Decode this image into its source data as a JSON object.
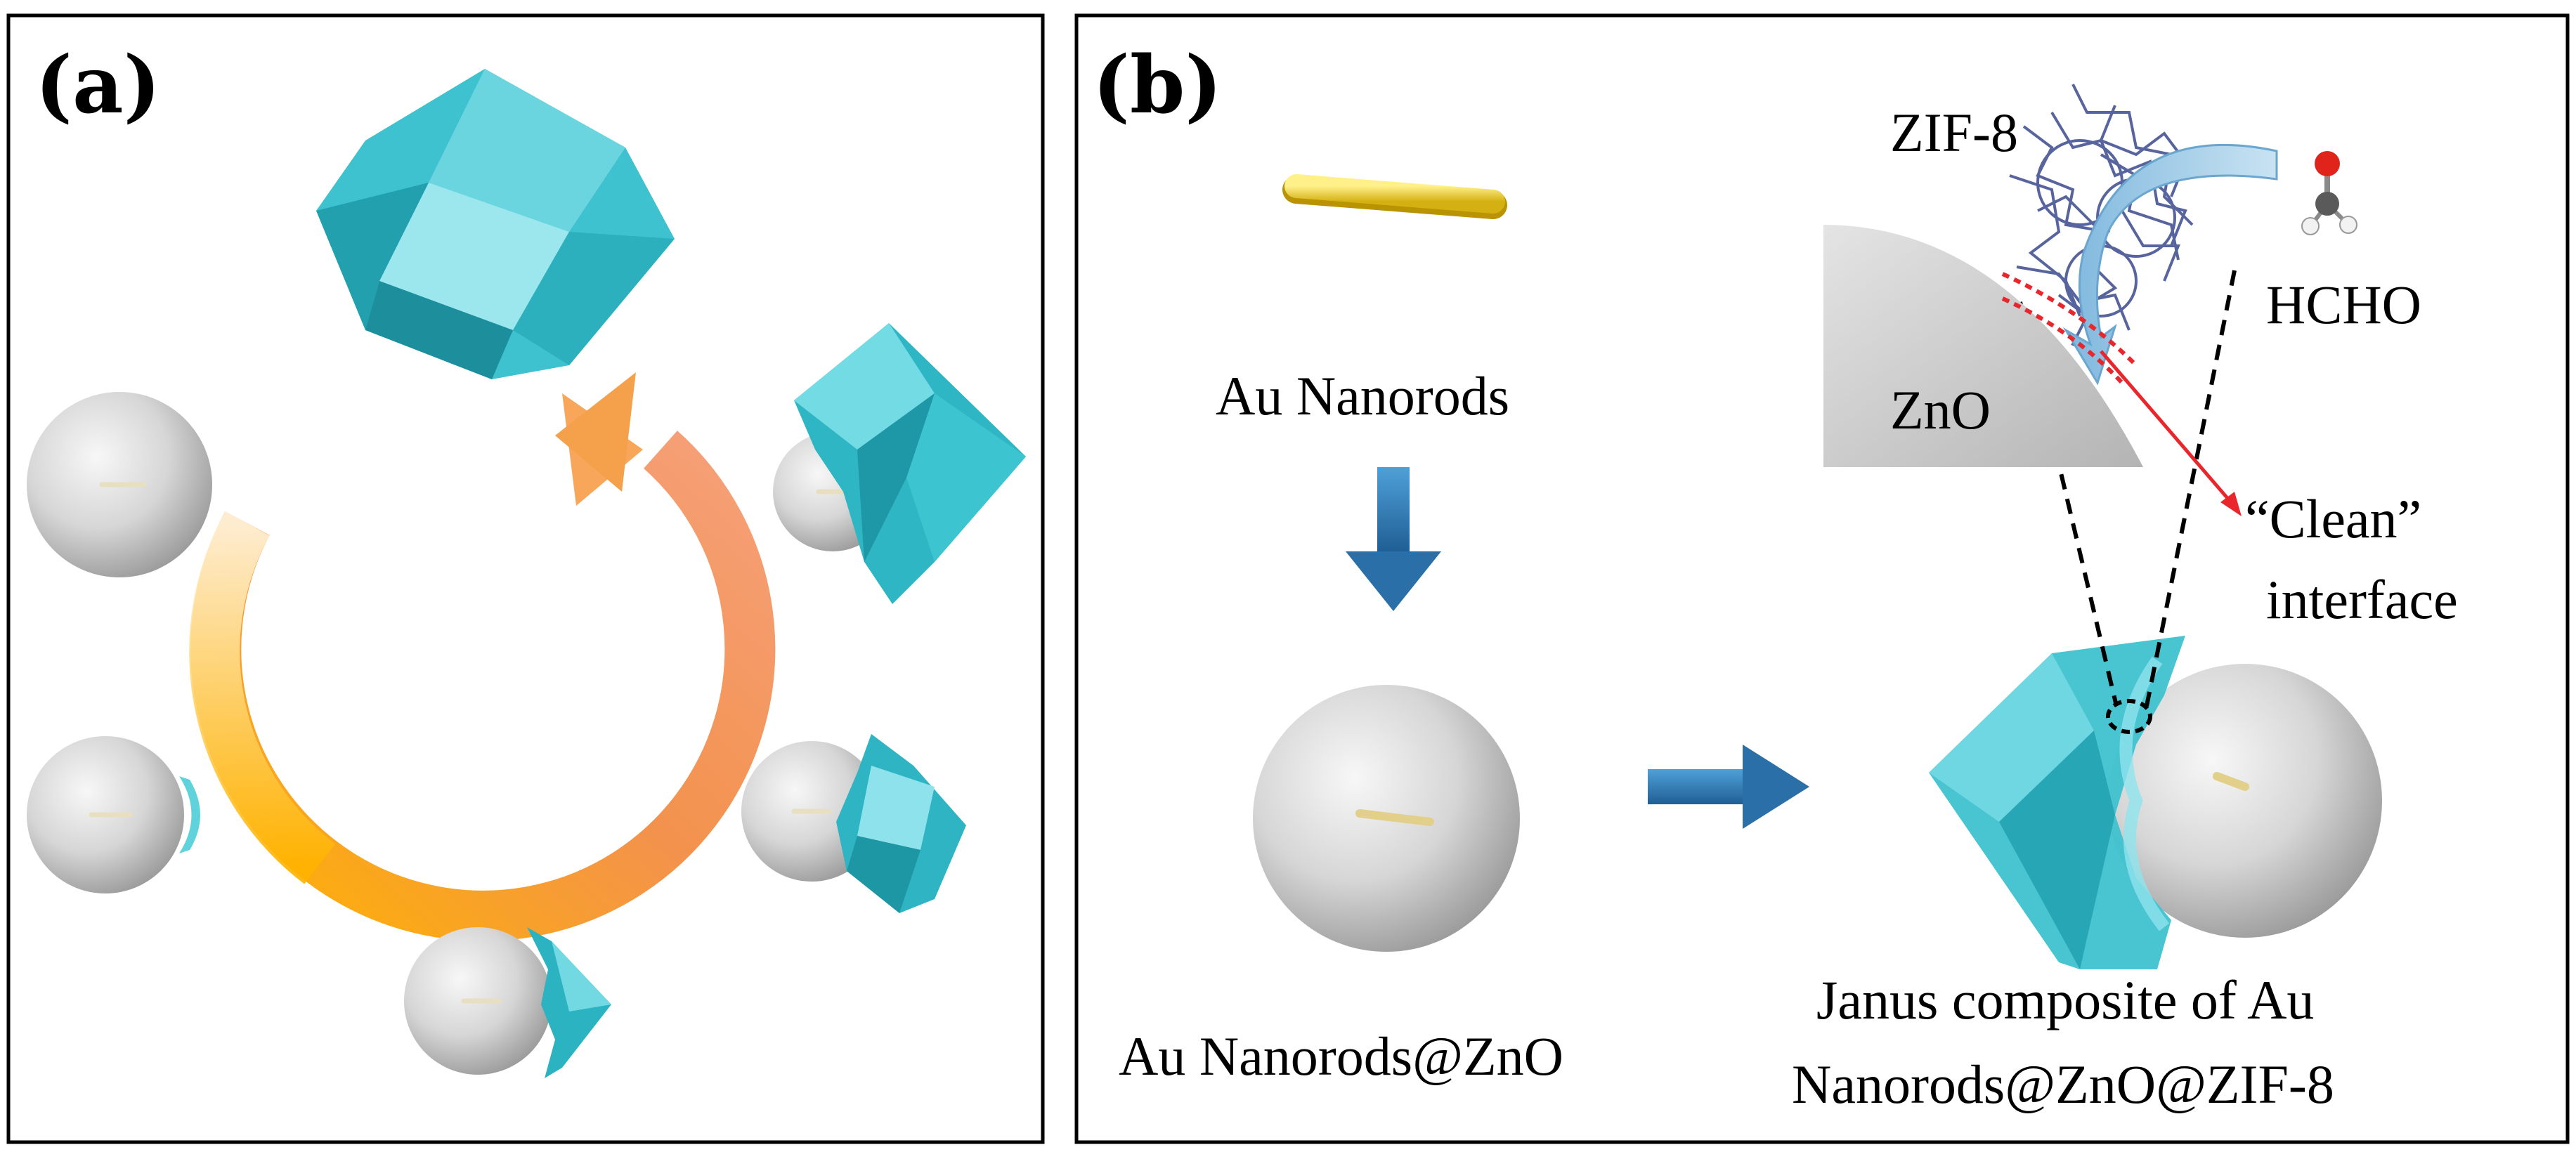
{
  "panel_a": {
    "label": "(a)"
  },
  "panel_b": {
    "label": "(b)",
    "step1": "Au Nanorods",
    "step2": "Au Nanorods@ZnO",
    "step3_line1": "Janus composite of Au",
    "step3_line2": "Nanorods@ZnO@ZIF-8",
    "inset": {
      "zif": "ZIF-8",
      "hcho": "HCHO",
      "zno": "ZnO",
      "clean_line1": "“Clean”",
      "clean_line2": "interface"
    }
  },
  "colors": {
    "crystal_light": "#8fe3ee",
    "crystal_mid": "#48c9d6",
    "crystal_dark": "#1f9aa8",
    "sphere": "#c8c8c8",
    "arrow_blue": "#2a7bbd",
    "cycle_start": "#ffb300",
    "cycle_end": "#f07b3a",
    "nanorod": "#f2d43b",
    "interface_red": "#e8262b"
  }
}
